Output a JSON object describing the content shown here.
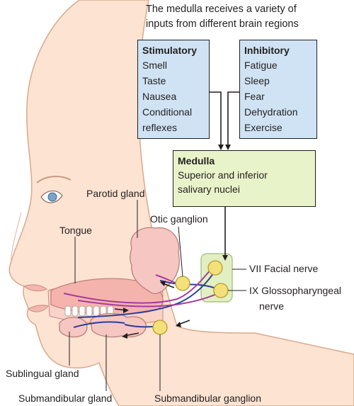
{
  "header": {
    "line1": "The medulla receives a variety of",
    "line2": "inputs from different brain regions"
  },
  "stimulatory": {
    "title": "Stimulatory",
    "items": [
      "Smell",
      "Taste",
      "Nausea",
      "Conditional",
      "reflexes"
    ]
  },
  "inhibitory": {
    "title": "Inhibitory",
    "items": [
      "Fatigue",
      "Sleep",
      "Fear",
      "Dehydration",
      "Exercise"
    ]
  },
  "medulla": {
    "title": "Medulla",
    "line1": "Superior and inferior",
    "line2": "salivary nuclei"
  },
  "labels": {
    "parotid": "Parotid gland",
    "otic": "Otic ganglion",
    "tongue": "Tongue",
    "facial": "VII Facial nerve",
    "glosso1": "IX Glossopharyngeal",
    "glosso2": "nerve",
    "sublingual": "Sublingual gland",
    "submandibular_gland": "Submandibular gland",
    "submandibular_ganglion": "Submandibular ganglion"
  },
  "colors": {
    "skin": "#fde3d2",
    "skin_outline": "#d9a98c",
    "gland": "#f6c7c2",
    "gland_outline": "#b87f7a",
    "box_blue": "#cfe3f4",
    "box_green": "#e9f3c9",
    "ganglion": "#f3e07a",
    "nerve_blue": "#2a3f96",
    "nerve_purple": "#a53b9e",
    "nucleus_bg": "#e2efc2"
  }
}
